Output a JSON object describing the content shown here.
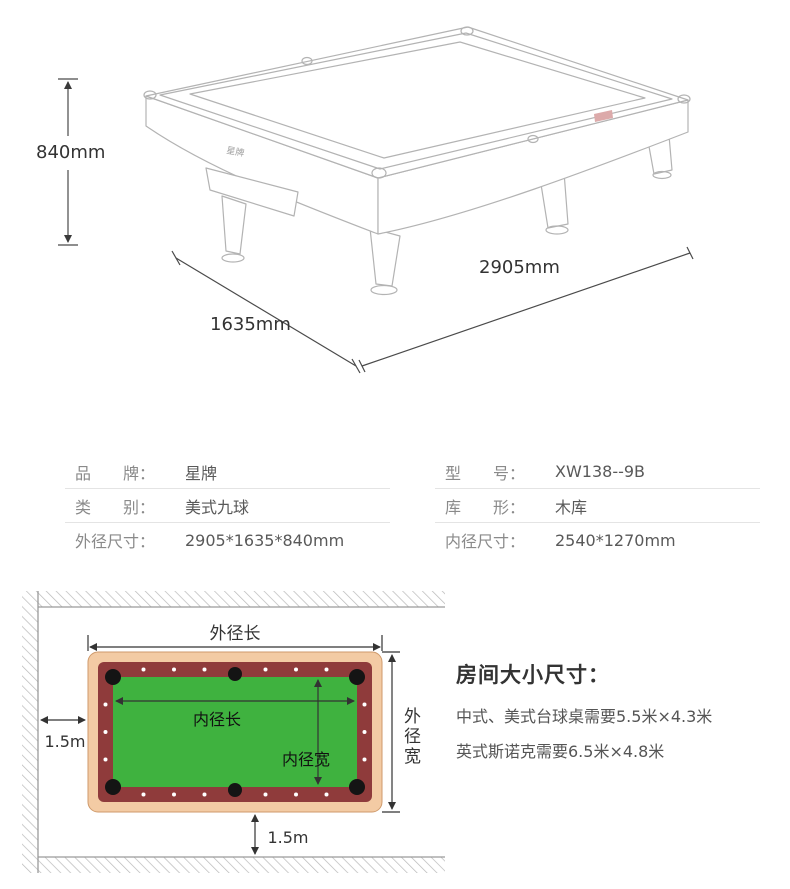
{
  "illustration": {
    "height_label": "840mm",
    "depth_label": "1635mm",
    "length_label": "2905mm",
    "brand_mark": "星牌"
  },
  "spec_table": {
    "left_rows": [
      {
        "label": "品　　牌：",
        "value": "星牌"
      },
      {
        "label": "类　　别：",
        "value": "美式九球"
      },
      {
        "label": "外径尺寸：",
        "value": "2905*1635*840mm"
      }
    ],
    "right_rows": [
      {
        "label": "型　　号：",
        "value": "XW138--9B"
      },
      {
        "label": "库　　形：",
        "value": "木库"
      },
      {
        "label": "内径尺寸：",
        "value": "2540*1270mm"
      }
    ]
  },
  "room_diagram": {
    "outer_length_label": "外径长",
    "inner_length_label": "内径长",
    "inner_width_label": "内径宽",
    "outer_width_label": "外径宽",
    "left_clearance_label": "1.5m",
    "bottom_clearance_label": "1.5m",
    "colors": {
      "frame_tan": "#f3cba4",
      "rail_maroon": "#8f3b3b",
      "felt_green": "#3fb23f"
    }
  },
  "room_info": {
    "title": "房间大小尺寸：",
    "line1": "中式、美式台球桌需要5.5米×4.3米",
    "line2": "英式斯诺克需要6.5米×4.8米"
  }
}
